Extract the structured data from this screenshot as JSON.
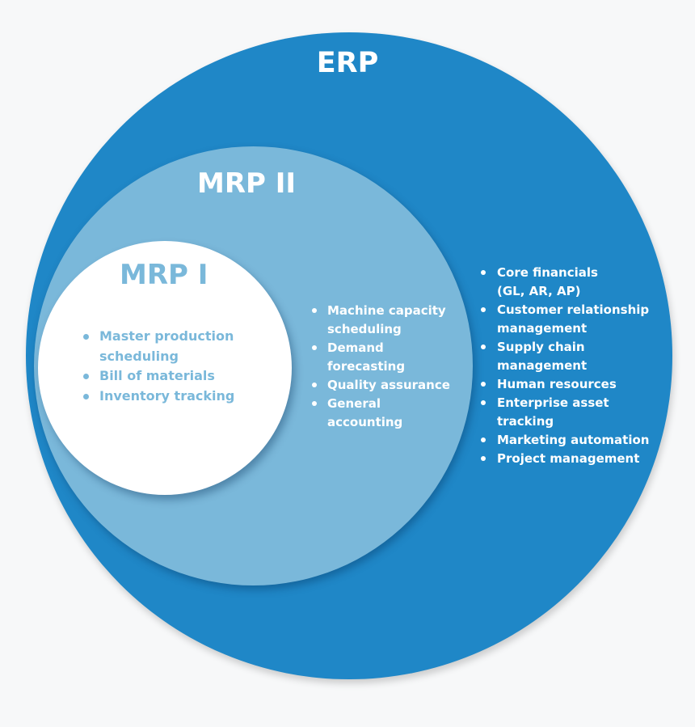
{
  "colors": {
    "background": "#f7f8f9",
    "erp_circle": "#1f87c7",
    "mrp2_circle": "#7ab8da",
    "mrp1_circle": "#ffffff",
    "mrp1_text": "#7ab8da",
    "text_on_blue": "#ffffff"
  },
  "erp": {
    "title": "ERP",
    "items": [
      [
        "Core financials",
        "(GL, AR, AP)"
      ],
      [
        "Customer relationship",
        "management"
      ],
      [
        "Supply chain",
        "management"
      ],
      [
        "Human resources"
      ],
      [
        "Enterprise asset",
        "tracking"
      ],
      [
        "Marketing automation"
      ],
      [
        "Project management"
      ]
    ]
  },
  "mrp2": {
    "title": "MRP II",
    "items": [
      [
        "Machine capacity",
        "scheduling"
      ],
      [
        "Demand",
        "forecasting"
      ],
      [
        "Quality assurance"
      ],
      [
        "General",
        "accounting"
      ]
    ]
  },
  "mrp1": {
    "title": "MRP I",
    "items": [
      [
        "Master production",
        "scheduling"
      ],
      [
        "Bill of materials"
      ],
      [
        "Inventory tracking"
      ]
    ]
  }
}
